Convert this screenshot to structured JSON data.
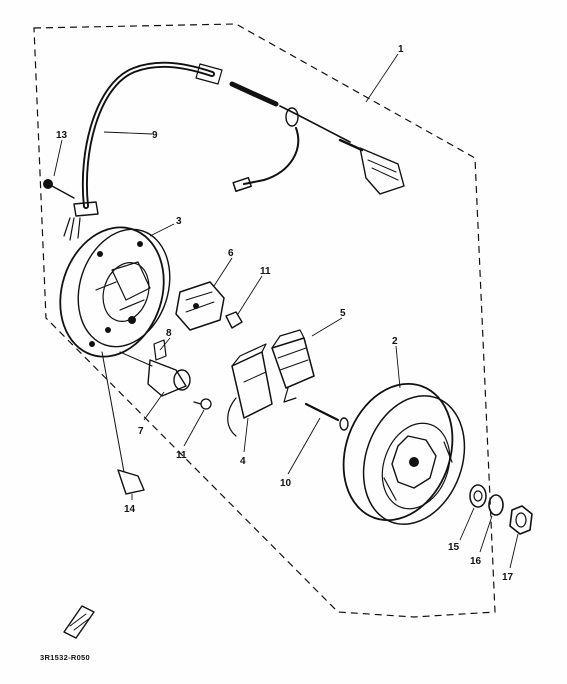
{
  "diagram": {
    "drawing_code": "3R1532-R050",
    "callouts": [
      {
        "key": "c1",
        "label": "1"
      },
      {
        "key": "c2",
        "label": "2"
      },
      {
        "key": "c3",
        "label": "3"
      },
      {
        "key": "c4",
        "label": "4"
      },
      {
        "key": "c5",
        "label": "5"
      },
      {
        "key": "c6",
        "label": "6"
      },
      {
        "key": "c7",
        "label": "7"
      },
      {
        "key": "c8",
        "label": "8"
      },
      {
        "key": "c9",
        "label": "9"
      },
      {
        "key": "c10",
        "label": "10"
      },
      {
        "key": "c11a",
        "label": "11"
      },
      {
        "key": "c11b",
        "label": "11"
      },
      {
        "key": "c13",
        "label": "13"
      },
      {
        "key": "c14",
        "label": "14"
      },
      {
        "key": "c15",
        "label": "15"
      },
      {
        "key": "c16",
        "label": "16"
      },
      {
        "key": "c17",
        "label": "17"
      }
    ],
    "colors": {
      "ink": "#111111",
      "paper": "#fefefe"
    }
  }
}
